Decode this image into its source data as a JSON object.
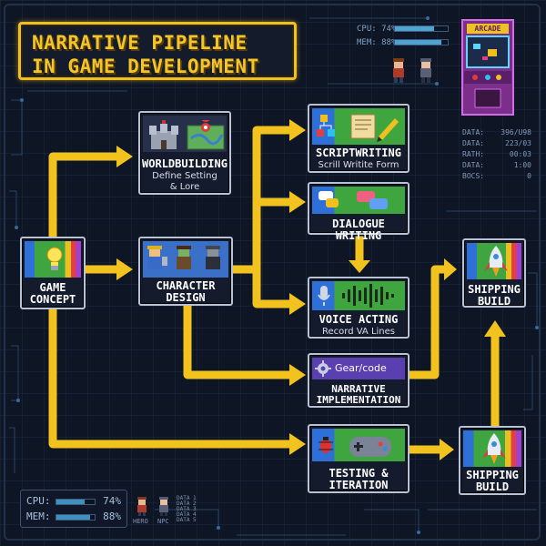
{
  "title": {
    "line1": "NARRATIVE PIPELINE",
    "line2": "IN GAME DEVELOPMENT"
  },
  "nodes": {
    "game_concept": {
      "label1": "GAME",
      "label2": "CONCEPT",
      "icon": "lightbulb-icon"
    },
    "worldbuilding": {
      "label": "WORLDBUILDING",
      "sub1": "Define Setting",
      "sub2": "& Lore",
      "icons": [
        "castle-icon",
        "map-icon"
      ]
    },
    "character_design": {
      "label1": "CHARACTER",
      "label2": "DESIGN",
      "icons": [
        "knight-icon",
        "orc-icon",
        "rogue-icon"
      ]
    },
    "scriptwriting": {
      "label": "SCRIPTWRITING",
      "sub": "Scrill Writite Form",
      "icons": [
        "flowchart-icon",
        "scroll-icon",
        "pencil-icon"
      ]
    },
    "dialogue_writing": {
      "label": "DIALOGUE WRITING",
      "icons": [
        "speech-bubbles-icon",
        "chat-bubbles-icon"
      ]
    },
    "voice_acting": {
      "label": "VOICE ACTING",
      "sub": "Record VA Lines",
      "icons": [
        "microphone-icon",
        "waveform-icon"
      ]
    },
    "narrative_implementation": {
      "tag": "Gear/code",
      "label1": "NARRATIVE",
      "label2": "IMPLEMENTATION",
      "icon": "gear-icon"
    },
    "testing_iteration": {
      "label1": "TESTING &",
      "label2": "ITERATION",
      "icons": [
        "bug-icon",
        "gamepad-icon"
      ]
    },
    "shipping_build_top": {
      "label1": "SHIPPING",
      "label2": "BUILD",
      "icon": "rocket-icon"
    },
    "shipping_build_bottom": {
      "label1": "SHIPPING",
      "label2": "BUILD",
      "icon": "rocket-icon"
    }
  },
  "top_monitor": {
    "cpu_label": "CPU: 74%",
    "mem_label": "MEM: 88%",
    "cpu": 0.74,
    "mem": 0.88
  },
  "arcade": {
    "label": "ARCADE"
  },
  "stats": [
    {
      "key": "DATA:",
      "value": "396/U98"
    },
    {
      "key": "DATA:",
      "value": "223/03"
    },
    {
      "key": "RATH:",
      "value": "00:03"
    },
    {
      "key": "DATA:",
      "value": "1:00"
    },
    {
      "key": "BOCS:",
      "value": "0"
    }
  ],
  "hud": {
    "cpu_label": "CPU:",
    "cpu_value": "74%",
    "mem_label": "MEM:",
    "mem_value": "88%",
    "cpu": 0.74,
    "mem": 0.88
  },
  "characters": {
    "hero": "HERO",
    "npc": "NPC"
  },
  "tiny_data": [
    "DATA 1",
    "DATA 2",
    "DATA 3",
    "DATA 4",
    "DATA 5"
  ],
  "colors": {
    "arrow": "#f2c21e",
    "node_border": "#b9c3d6",
    "title": "#f3c52a",
    "background": "#0e1524"
  }
}
